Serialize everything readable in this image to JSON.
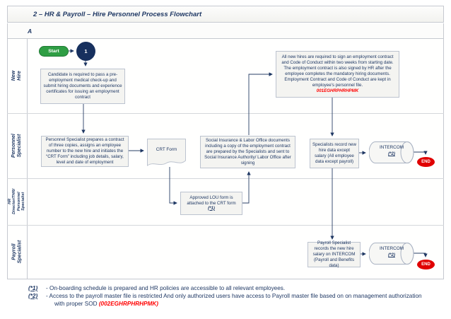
{
  "header": {
    "title": "2 – HR & Payroll – Hire Personnel Process Flowchart",
    "section": "A"
  },
  "lanes": [
    {
      "label": "New Hire"
    },
    {
      "label": "Personnel Specialist"
    },
    {
      "label": "HR Director/THR/\nPersonnel\nSpecialist"
    },
    {
      "label": "Payroll Specialist"
    }
  ],
  "nodes": {
    "start_label": "Start",
    "connector_number": "1",
    "candidate_text": "Candidate is required to pass a pre-employment medical check-up and submit hiring documents and experience certificates for issuing an employment contract",
    "new_hire_note_text": "All new hires are required to sign an employment contract and Code of Conduct within two weeks from starting date.  The employment contract is also signed by HR after the employee completes the mandatory hiring documents. Employment Contract and Code of Conduct are kept in employee's personnel file.",
    "new_hire_note_code": "001EGHRPHRHPMK",
    "prepare_contract_text": "Personnel Specialist prepares a contract of three copies, assigns an employee number to the new hire and initiates the “CRT Form” including job details, salary, level and date of employment",
    "crt_form_label": "CRT Form",
    "social_insurance_text": "Social Insurance & Labor Office documents including a copy of the employment contract are prepared by the Specialists and sent to Social Insurance Authority/ Labor Office after signing",
    "record_data_text": "Specialists record new hire data except salary (All employee data except payroll)",
    "intercom1_label": "INTERCOM",
    "intercom1_ref": "(*2)",
    "end1_label": "END",
    "lou_text": "Approved LOU form is attached to the CRT form",
    "lou_ref": "(*1)",
    "payroll_record_text": "Payroll Specialist records the new hire salary on INTERCOM (Payroll and Benefits data)",
    "intercom2_label": "INTERCOM",
    "intercom2_ref": "(*2)",
    "end2_label": "END"
  },
  "footnotes": {
    "f1_ref": "(*1)",
    "f1_text": "- On-boarding schedule is prepared and HR policies are accessible to all relevant employees.",
    "f2_ref": "(*2)",
    "f2_text": "- Access to the payroll master file is restricted And only authorized users have access to Payroll master file based on on management authorization",
    "f2_text2": "with proper SOD",
    "f2_code": "(002EGHRPHRHPMK)"
  },
  "colors": {
    "navy_text": "#1f3864",
    "start_green": "#2f9e44",
    "end_red": "#e00000",
    "code_red": "#ff0000",
    "box_fill": "#f4f4f1",
    "box_border": "#bcc3cf"
  }
}
